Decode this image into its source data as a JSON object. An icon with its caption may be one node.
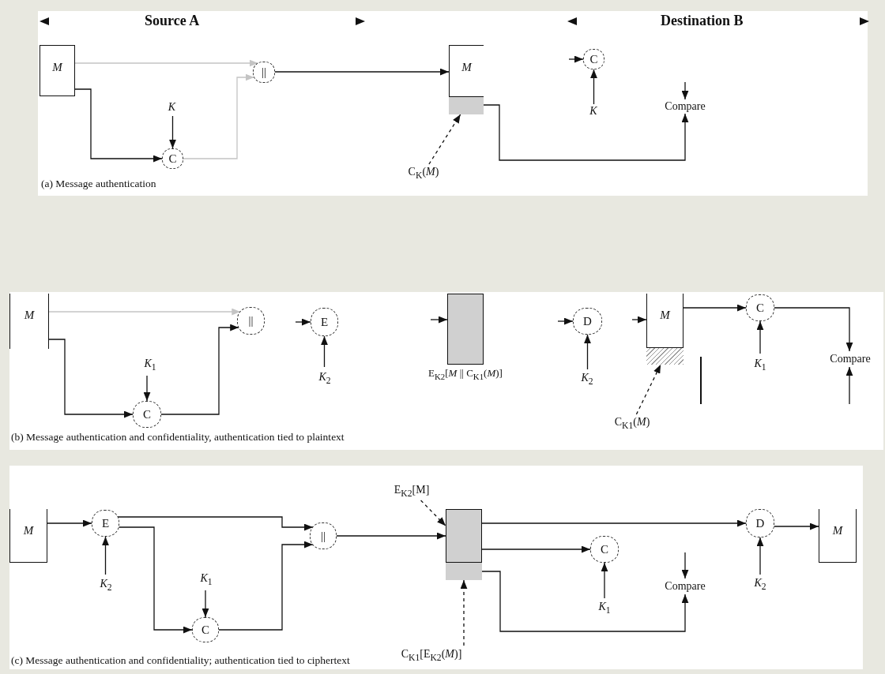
{
  "diagram": {
    "nodes": [
      {
        "text": [
          "M"
        ]
      },
      {
        "text": [
          "||"
        ]
      },
      {
        "text": [
          "C"
        ]
      },
      {
        "text": [
          "K"
        ]
      },
      {
        "text": [
          "M"
        ]
      },
      {
        "text": [],
        "shape": "box",
        "in": 4
      },
      {
        "text": [
          "C$_{K}$(*M*)"
        ]
      },
      {
        "text": [
          "C"
        ]
      },
      {
        "text": [
          "K"
        ]
      },
      {
        "text": [
          "Compare"
        ]
      },
      {
        "text": [
          "M"
        ]
      },
      {
        "text": [
          "||"
        ]
      },
      {
        "text": [
          "C"
        ]
      },
      {
        "text": [
          "*K*$_{1}$"
        ]
      },
      {
        "text": [
          "E"
        ]
      },
      {
        "text": [
          "*K*$_{2}$"
        ]
      },
      {
        "text": [],
        "shape": "box",
        "beside": [
          "E$_{K2}$[*M* || C$_{K1}$(*M*)]"
        ]
      },
      {
        "text": [
          "D"
        ]
      },
      {
        "text": [
          "*K*$_{2}$"
        ]
      },
      {
        "text": [
          "M"
        ]
      },
      {
        "text": [],
        "shape": "box",
        "in": 19
      },
      {
        "text": [
          "C$_{K1}$(*M*)"
        ]
      },
      {
        "text": [
          "C"
        ]
      },
      {
        "text": [
          "*K*$_{1}$"
        ]
      },
      {
        "text": [
          "Compare"
        ]
      },
      {
        "text": [
          "M"
        ]
      },
      {
        "text": [
          "E"
        ]
      },
      {
        "text": [
          "*K*$_{2}$"
        ]
      },
      {
        "text": [
          "C"
        ]
      },
      {
        "text": [
          "*K*$_{1}$"
        ]
      },
      {
        "text": [
          "||"
        ]
      },
      {
        "text": [],
        "shape": "box"
      },
      {
        "text": [],
        "shape": "box",
        "in": 31
      },
      {
        "text": [
          "E$_{K2}$[M]"
        ]
      },
      {
        "text": [
          "C$_{K1}$[E$_{K2}$(*M*)]"
        ]
      },
      {
        "text": [
          "C"
        ]
      },
      {
        "text": [
          "*K*$_{1}$"
        ]
      },
      {
        "text": [
          "Compare"
        ]
      },
      {
        "text": [
          "D"
        ]
      },
      {
        "text": [
          "*K*$_{2}$"
        ]
      },
      {
        "text": [
          "M"
        ]
      }
    ],
    "edges": [
      {
        "from": 0,
        "to": 1,
        "arrow": "to",
        "color": "#c4c4c4"
      },
      {
        "from": 0,
        "to": 2,
        "arrow": "to"
      },
      {
        "from": 2,
        "to": 1,
        "arrow": "to",
        "color": "#c4c4c4"
      },
      {
        "from": 3,
        "to": 2,
        "arrow": "to"
      },
      {
        "from": 1,
        "to": 4,
        "arrow": "to"
      },
      {
        "from": null,
        "to": 7,
        "arrow": "to"
      },
      {
        "from": 8,
        "to": 7,
        "arrow": "to"
      },
      {
        "from": 6,
        "to": 5,
        "arrow": "to",
        "style": "dashed"
      },
      {
        "from": 5,
        "to": 9,
        "arrow": "to"
      },
      {
        "from": null,
        "to": 9,
        "arrow": "to"
      },
      {
        "from": 10,
        "to": 11,
        "arrow": "to",
        "color": "#c4c4c4"
      },
      {
        "from": 10,
        "to": 12,
        "arrow": "to"
      },
      {
        "from": 12,
        "to": 11,
        "arrow": "to"
      },
      {
        "from": 13,
        "to": 12,
        "arrow": "to"
      },
      {
        "from": null,
        "to": 14,
        "arrow": "to"
      },
      {
        "from": 15,
        "to": 14,
        "arrow": "to"
      },
      {
        "from": null,
        "to": 16,
        "arrow": "to"
      },
      {
        "from": null,
        "to": 17,
        "arrow": "to"
      },
      {
        "from": 18,
        "to": 17,
        "arrow": "to"
      },
      {
        "from": null,
        "to": 19,
        "arrow": "to"
      },
      {
        "from": 21,
        "to": 20,
        "arrow": "to",
        "style": "dashed"
      },
      {
        "from": 19,
        "to": 22,
        "arrow": "to"
      },
      {
        "from": 23,
        "to": 22,
        "arrow": "to"
      },
      {
        "from": 22,
        "to": 24,
        "arrow": "to"
      },
      {
        "from": null,
        "to": 24,
        "arrow": "to"
      },
      {
        "from": 25,
        "to": 26,
        "arrow": "to"
      },
      {
        "from": 27,
        "to": 26,
        "arrow": "to"
      },
      {
        "from": 26,
        "to": 30,
        "arrow": "to"
      },
      {
        "from": 26,
        "to": 28,
        "arrow": "to"
      },
      {
        "from": 29,
        "to": 28,
        "arrow": "to"
      },
      {
        "from": 28,
        "to": 30,
        "arrow": "to"
      },
      {
        "from": 30,
        "to": 31,
        "arrow": "to"
      },
      {
        "from": 33,
        "to": 31,
        "arrow": "to",
        "style": "dashed"
      },
      {
        "from": 34,
        "to": 32,
        "arrow": "to",
        "style": "dashed"
      },
      {
        "from": 31,
        "to": 38,
        "arrow": "to"
      },
      {
        "from": 31,
        "to": 35,
        "arrow": "to"
      },
      {
        "from": 32,
        "to": 37,
        "arrow": "to"
      },
      {
        "from": null,
        "to": 37,
        "arrow": "to"
      },
      {
        "from": 39,
        "to": 38,
        "arrow": "to"
      },
      {
        "from": 38,
        "to": 40,
        "arrow": "to"
      },
      {
        "from": 36,
        "to": 35,
        "arrow": "to"
      }
    ],
    "labels": [
      "Source A",
      "Destination B",
      "(a) Message authentication",
      "(b) Message authentication and confidentiality, authentication tied to plaintext",
      "(c) Message authentication and confidentiality; authentication tied to ciphertext"
    ]
  }
}
